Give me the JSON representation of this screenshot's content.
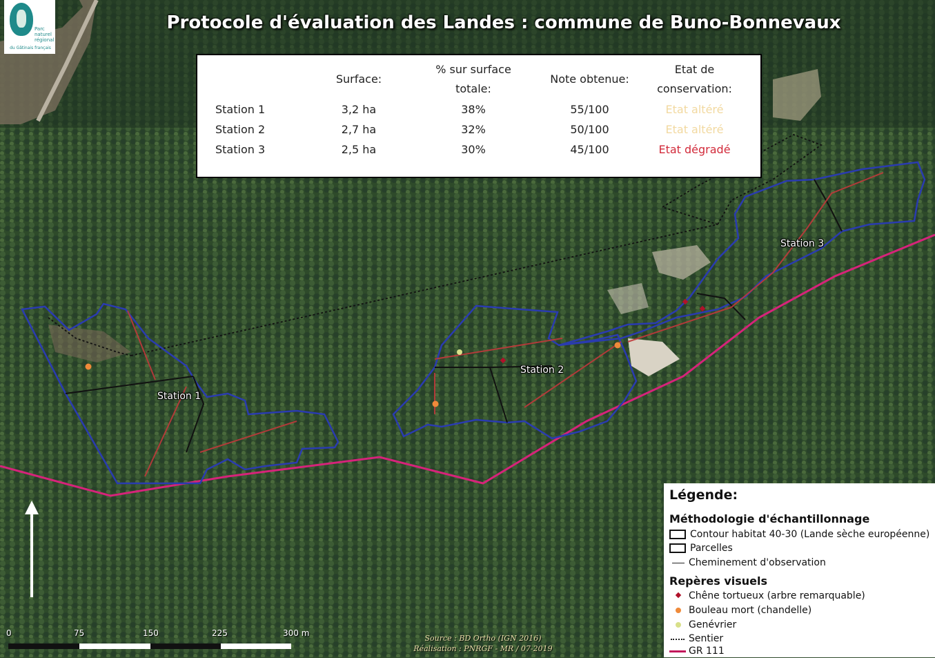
{
  "map": {
    "title": "Protocole d'évaluation des Landes : commune de Buno-Bonnevaux",
    "logo": {
      "text": "Parc naturel régional",
      "subtext": "du Gâtinais français"
    },
    "stats_table": {
      "headers": [
        "",
        "Surface:",
        "% sur surface totale:",
        "Note obtenue:",
        "Etat de conservation:"
      ],
      "rows": [
        {
          "station": "Station 1",
          "surface": "3,2 ha",
          "percent": "38%",
          "note": "55/100",
          "etat": "Etat altéré"
        },
        {
          "station": "Station 2",
          "surface": "2,7 ha",
          "percent": "32%",
          "note": "50/100",
          "etat": "Etat altéré"
        },
        {
          "station": "Station 3",
          "surface": "2,5 ha",
          "percent": "30%",
          "note": "45/100",
          "etat": "Etat dégradé"
        }
      ]
    },
    "station_labels": [
      "Station 1",
      "Station 2",
      "Station 3"
    ],
    "legend": {
      "title": "Légende:",
      "methodologie_title": "Méthodologie d'échantillonnage",
      "methodologie_items": [
        "Contour habitat 40-30 (Lande sèche européenne)",
        "Parcelles",
        "Cheminement d'observation"
      ],
      "reperes_title": "Repères visuels",
      "reperes_items": [
        "Chêne tortueux (arbre remarquable)",
        "Bouleau mort (chandelle)",
        "Genévrier",
        "Sentier",
        "GR 111"
      ]
    },
    "scale": {
      "labels": [
        "0",
        "75",
        "150",
        "225",
        "300 m"
      ]
    },
    "source": {
      "line1": "Source : BD Ortho (IGN 2016)",
      "line2": "Réalisation : PNRGF - MR / 07-2019"
    },
    "colors": {
      "habitat_contour": "#2a3bb0",
      "parcelles": "#111111",
      "cheminement": "#c0393b",
      "chene": "#b0122a",
      "bouleau": "#ef8a3a",
      "genevrier": "#d8e08a",
      "gr111": "#d6237a",
      "etat_altere": "#f2d9a0",
      "etat_degrade": "#d22a3a"
    }
  }
}
